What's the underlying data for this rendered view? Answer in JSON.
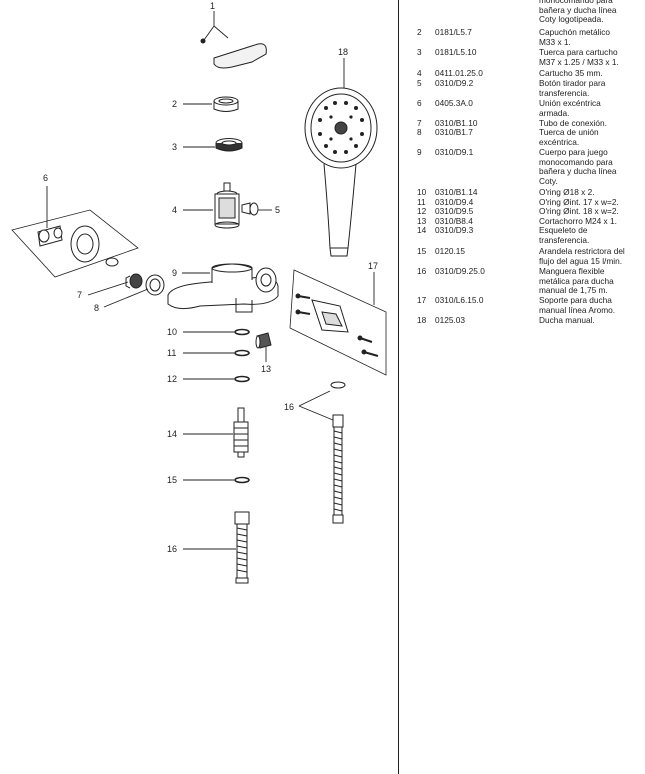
{
  "callouts": [
    {
      "id": "c1",
      "text": "1"
    },
    {
      "id": "c2",
      "text": "2"
    },
    {
      "id": "c3",
      "text": "3"
    },
    {
      "id": "c4",
      "text": "4"
    },
    {
      "id": "c5",
      "text": "5"
    },
    {
      "id": "c6",
      "text": "6"
    },
    {
      "id": "c7",
      "text": "7"
    },
    {
      "id": "c8",
      "text": "8"
    },
    {
      "id": "c9",
      "text": "9"
    },
    {
      "id": "c10",
      "text": "10"
    },
    {
      "id": "c11",
      "text": "11"
    },
    {
      "id": "c12",
      "text": "12"
    },
    {
      "id": "c13",
      "text": "13"
    },
    {
      "id": "c14",
      "text": "14"
    },
    {
      "id": "c15",
      "text": "15"
    },
    {
      "id": "c16a",
      "text": "16"
    },
    {
      "id": "c16b",
      "text": "16"
    },
    {
      "id": "c17",
      "text": "17"
    },
    {
      "id": "c18",
      "text": "18"
    }
  ],
  "parts_list": [
    {
      "num": "",
      "code": "",
      "desc": "monocomando para\nbañera y ducha línea\nCoty logotipeada."
    },
    {
      "num": "2",
      "code": "0181/L5.7",
      "desc": "Capuchón metálico\nM33 x 1."
    },
    {
      "num": "3",
      "code": "0181/L5.10",
      "desc": "Tuerca para cartucho\nM37 x 1.25 / M33 x 1."
    },
    {
      "num": "4",
      "code": "0411.01.25.0",
      "desc": "Cartucho 35 mm."
    },
    {
      "num": "5",
      "code": "0310/D9.2",
      "desc": "Botón tirador para\ntransferencia."
    },
    {
      "num": "6",
      "code": "0405.3A.0",
      "desc": "Unión excéntrica\narmada."
    },
    {
      "num": "7",
      "code": "0310/B1.10",
      "desc": "Tubo de conexión."
    },
    {
      "num": "8",
      "code": "0310/B1.7",
      "desc": "Tuerca de unión\nexcéntrica."
    },
    {
      "num": "9",
      "code": "0310/D9.1",
      "desc": "Cuerpo para juego\nmonocomando para\nbañera y ducha línea\nCoty."
    },
    {
      "num": "10",
      "code": "0310/B1.14",
      "desc": "O'ring Ø18 x 2."
    },
    {
      "num": "11",
      "code": "0310/D9.4",
      "desc": "O'ring Øint. 17 x w=2."
    },
    {
      "num": "12",
      "code": "0310/D9.5",
      "desc": "O'ring Øint. 18 x w=2."
    },
    {
      "num": "13",
      "code": "0310/B8.4",
      "desc": "Cortachorro M24 x 1."
    },
    {
      "num": "14",
      "code": "0310/D9.3",
      "desc": "Esqueleto de\ntransferencia."
    },
    {
      "num": "15",
      "code": "0120.15",
      "desc": "Arandela restrictora del\nflujo del agua 15 l/min."
    },
    {
      "num": "16",
      "code": "0310/D9.25.0",
      "desc": "Manguera flexible\nmetálica para ducha\nmanual de 1,75 m."
    },
    {
      "num": "17",
      "code": "0310/L6.15.0",
      "desc": "Soporte para ducha\nmanual línea Aromo."
    },
    {
      "num": "18",
      "code": "0125.03",
      "desc": "Ducha manual."
    }
  ]
}
